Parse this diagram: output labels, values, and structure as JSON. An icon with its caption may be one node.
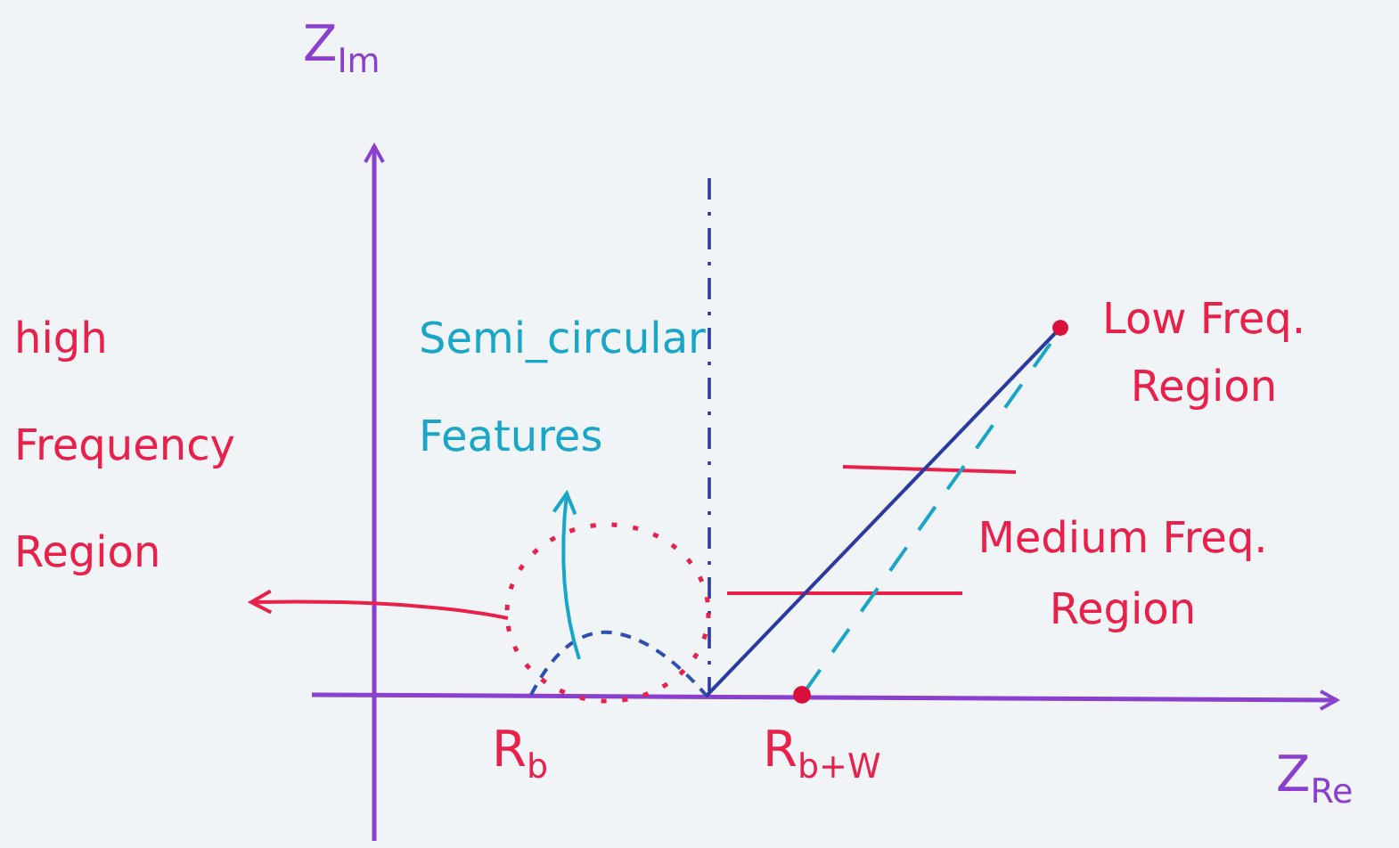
{
  "diagram": {
    "nodes": [
      {
        "text": [
          "high Frequency Region"
        ]
      },
      {
        "text": [],
        "shape": "circle"
      },
      {
        "text": [
          "Semi_circular Features"
        ]
      },
      {
        "text": [],
        "shape": "arc",
        "in": 1
      },
      {
        "text": [
          "Low Freq. Region"
        ]
      },
      {
        "text": [
          "Medium Freq. Region"
        ]
      }
    ],
    "edges": [
      {
        "from": 1,
        "to": 0,
        "arrow": "to",
        "color": "#e8204a"
      },
      {
        "from": 3,
        "to": 2,
        "arrow": "to",
        "color": "#1aa6c8"
      }
    ],
    "labels": [
      "Z$_{Im}$",
      "R$_{b}$",
      "R$_{b+W}$",
      "Z$_{Re}$"
    ]
  }
}
